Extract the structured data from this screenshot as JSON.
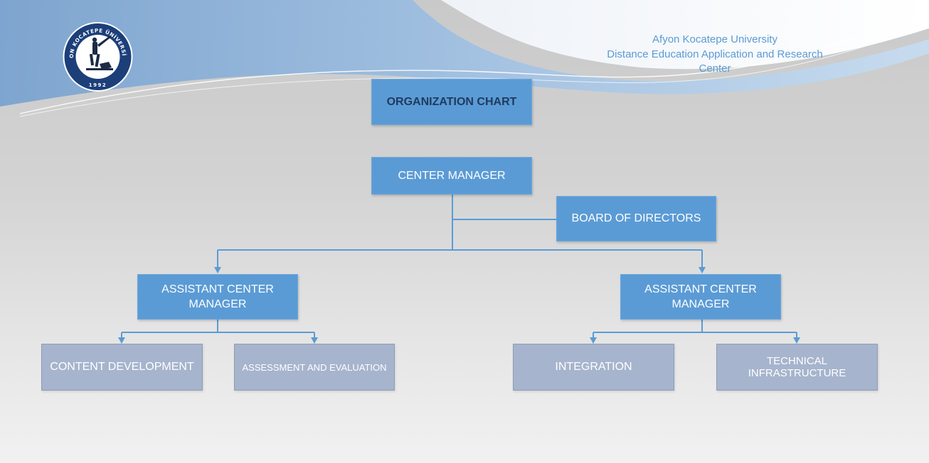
{
  "header": {
    "university_lines": [
      "Afyon Kocatepe University",
      "Distance Education Application and Research",
      "Center"
    ],
    "logo": {
      "ring_text": "AFYON KOCATEPE ÜNİVERSİTESİ",
      "year": "1992"
    }
  },
  "chart": {
    "title": "ORGANIZATION CHART",
    "center_manager": "CENTER MANAGER",
    "board": "BOARD OF DIRECTORS",
    "assistant_left": "ASSISTANT CENTER MANAGER",
    "assistant_right": "ASSISTANT CENTER MANAGER",
    "units": {
      "content_development": "CONTENT DEVELOPMENT",
      "assessment": "ASSESSMENT AND EVALUATION",
      "integration": "INTEGRATION",
      "technical": "TECHNICAL INFRASTRUCTURE"
    }
  },
  "colors": {
    "primary_blue": "#5b9bd5",
    "unit_grey": "#a6b4cd",
    "title_text": "#1f3a5f"
  }
}
